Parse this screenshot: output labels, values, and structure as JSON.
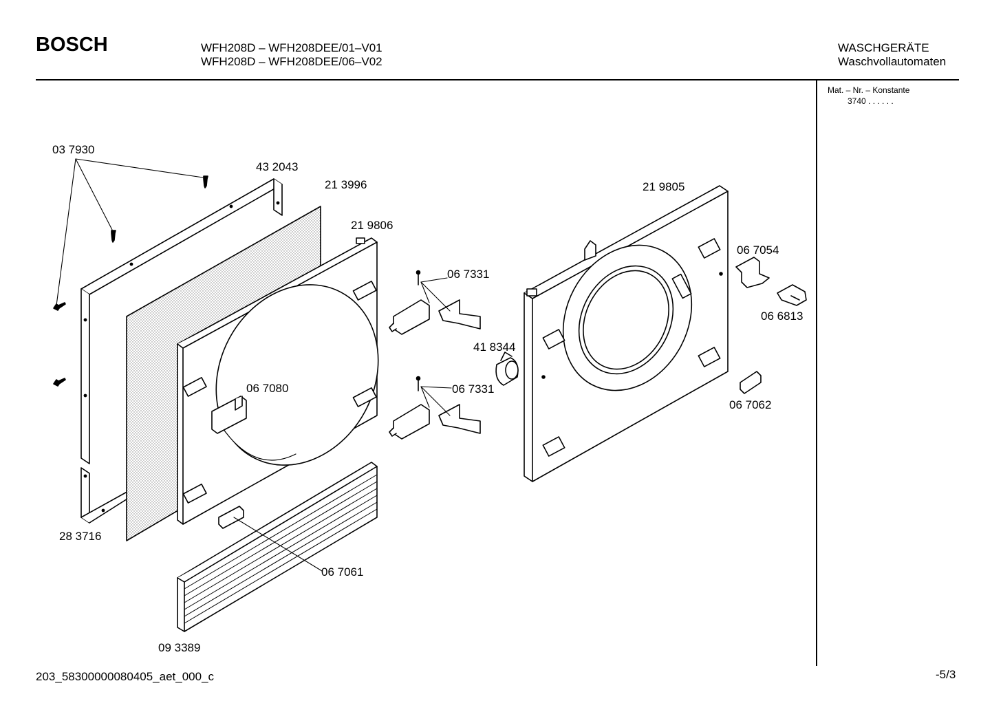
{
  "header": {
    "brand": "BOSCH",
    "model_line_1": "WFH208D – WFH208DEE/01–V01",
    "model_line_2": "WFH208D – WFH208DEE/06–V02",
    "category_1": "WASCHGERÄTE",
    "category_2": "Waschvollautomaten"
  },
  "sidebar": {
    "heading": "Mat. – Nr. – Konstante",
    "value": "3740 . .   . . . ."
  },
  "parts": {
    "p037930": "03 7930",
    "p432043": "43 2043",
    "p213996": "21 3996",
    "p219806": "21 9806",
    "p219805": "21 9805",
    "p067054": "06 7054",
    "p067331a": "06 7331",
    "p066813": "06 6813",
    "p418344": "41 8344",
    "p067080": "06 7080",
    "p067331b": "06 7331",
    "p067062": "06 7062",
    "p283716": "28 3716",
    "p067061": "06 7061",
    "p093389": "09 3389"
  },
  "footer": {
    "doc_id": "203_58300000080405_aet_000_c",
    "page": "-5/3"
  }
}
